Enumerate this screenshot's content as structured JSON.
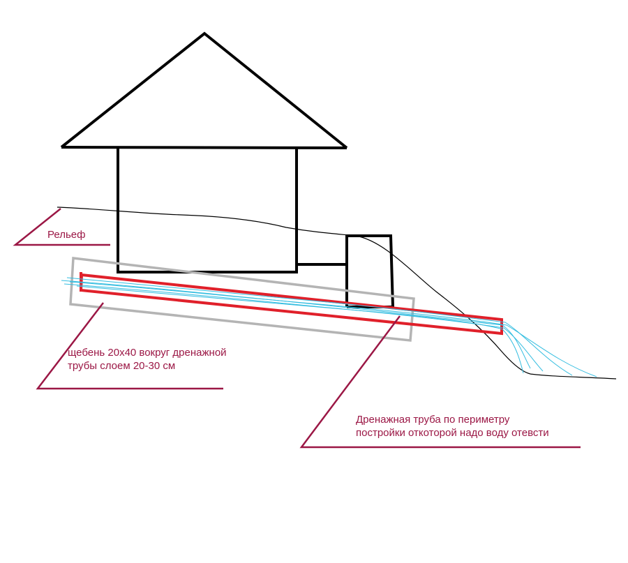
{
  "labels": {
    "relief": "Рельеф",
    "gravel_line1": "щебень 20х40 вокруг дренажной",
    "gravel_line2": "трубы слоем 20-30 см",
    "pipe_line1": "Дренажная труба по периметру",
    "pipe_line2": "постройки откоторой надо воду отевсти"
  },
  "colors": {
    "structure": "#000000",
    "pipe": "#e0202a",
    "gravel": "#b4b4b4",
    "water": "#33bde0",
    "annotation": "#9b1745"
  }
}
